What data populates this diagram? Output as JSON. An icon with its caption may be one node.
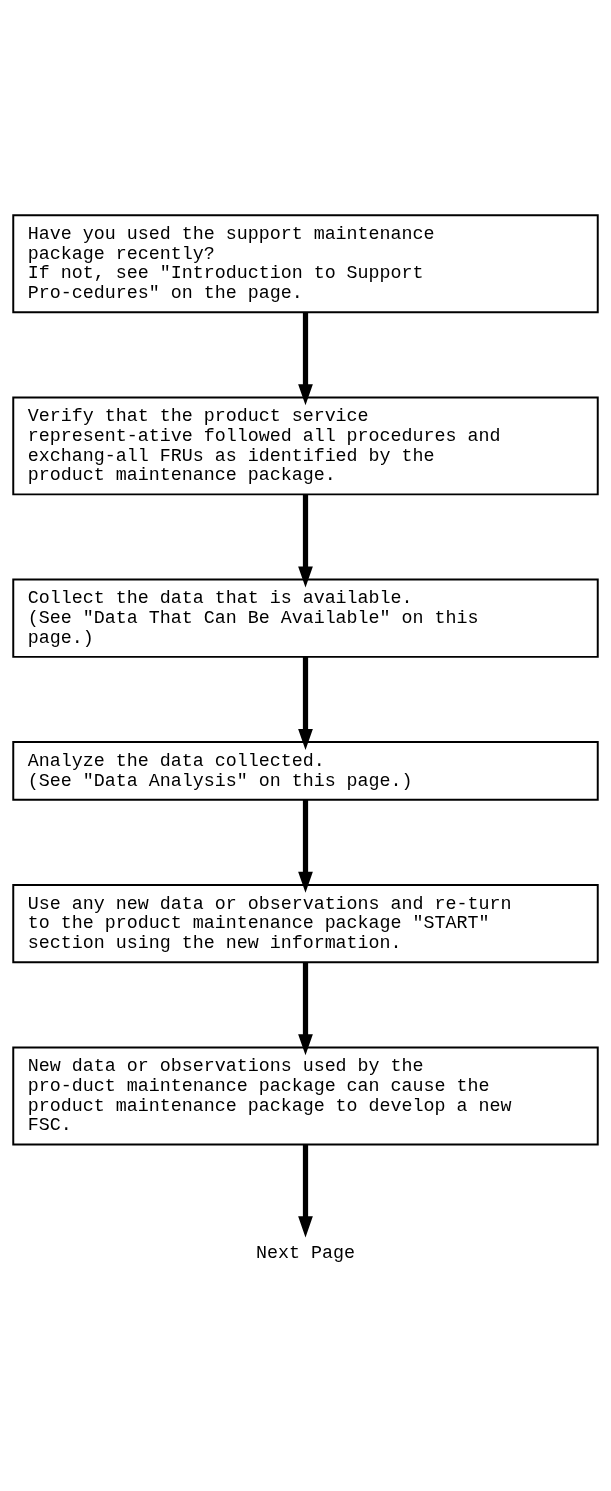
{
  "diagram": {
    "nodes": [
      {
        "text": [
          "Have you used the support maintenance package recently?",
          "If not, see \"Introduction to Support Pro-cedures\" on the page."
        ]
      },
      {
        "text": [
          "Verify that the product service represent-ative followed all procedures and exchang-all FRUs as identified by the product maintenance package."
        ]
      },
      {
        "text": [
          "Collect the data that is available.",
          "(See \"Data That Can Be Available\" on this page.)"
        ]
      },
      {
        "text": [
          "Analyze the data collected.",
          "(See \"Data Analysis\" on this page.)"
        ]
      },
      {
        "text": [
          "Use any new data or observations and re-turn to the product maintenance package \"START\" section using the new information."
        ]
      },
      {
        "text": [
          "New data or observations used by the pro-duct maintenance package can cause the product maintenance package to develop a new FSC."
        ]
      },
      {
        "text": [
          "Next Page"
        ]
      }
    ],
    "edges": [
      {
        "from": 0,
        "to": 1,
        "arrow": "to"
      },
      {
        "from": 1,
        "to": 2,
        "arrow": "to"
      },
      {
        "from": 2,
        "to": 3,
        "arrow": "to"
      },
      {
        "from": 3,
        "to": 4,
        "arrow": "to"
      },
      {
        "from": 4,
        "to": 5,
        "arrow": "to"
      },
      {
        "from": 5,
        "to": 6,
        "arrow": "to"
      }
    ]
  }
}
